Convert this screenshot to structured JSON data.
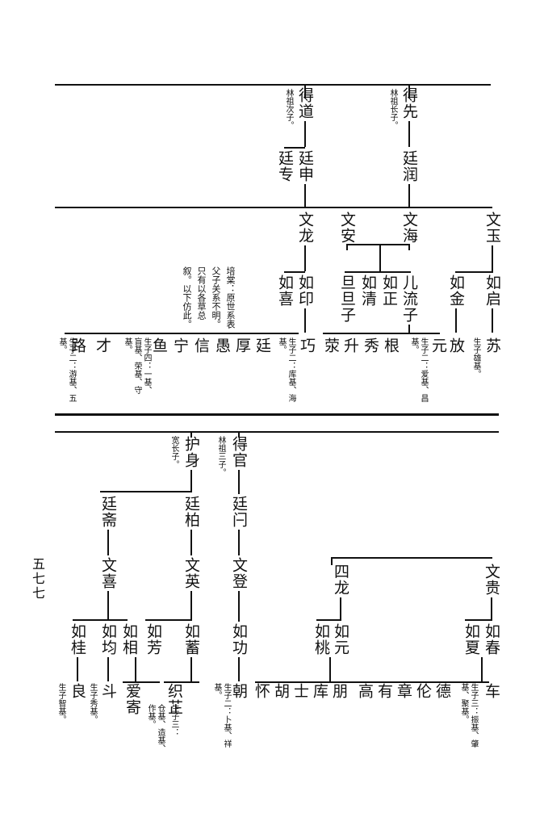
{
  "page_number": "五七七",
  "top": {
    "de_dao": "得道",
    "de_dao_note": "林祖次子。",
    "de_xian": "得先",
    "de_xian_note": "林祖长子。",
    "ting_shen": "廷申",
    "ting_zhuan": "廷专",
    "ting_run": "廷润",
    "wen_long": "文龙",
    "wen_an": "文安",
    "wen_hai": "文海",
    "wen_yu": "文玉",
    "ru_yin": "如印",
    "ru_xi": "如喜",
    "dan_dan_zi": "旦旦子",
    "ru_qing": "如清",
    "ru_zheng": "如正",
    "er_liu_zi": "儿流子",
    "ru_jin": "如金",
    "ru_qi": "如启",
    "editor_note": "培棠：原世系表父子关系不明。只有以各草总叙。以下仿此。",
    "gen_row": [
      "路",
      "才",
      "鱼",
      "宁",
      "信",
      "愚",
      "厚",
      "廷",
      "巧",
      "荥",
      "升",
      "秀",
      "根",
      "元",
      "放",
      "苏"
    ],
    "note_lu_cai": "生子二：游基、五基。",
    "note_yu": "生子四：一基、盲基、荣基、守基。",
    "note_qiao": "生子二：库基、海基。",
    "note_yuan": "生子二：爱基、昌基。",
    "note_su": "生子雄基。"
  },
  "bottom": {
    "hu_shen": "护身",
    "hu_shen_note": "宽长子。",
    "de_guan": "得官",
    "de_guan_note": "林祖三子。",
    "ting_zhai": "廷斋",
    "ting_bai": "廷柏",
    "ting_men": "廷闩",
    "wen_xi": "文喜",
    "wen_ying": "文英",
    "wen_deng": "文登",
    "si_long": "四龙",
    "wen_gui": "文贵",
    "ru_gui": "如桂",
    "ru_jun": "如均",
    "ru_xiang": "如相",
    "ru_fang": "如芳",
    "ru_xu": "如蓄",
    "ru_gong": "如功",
    "ru_tao": "如桃",
    "ru_yuan": "如元",
    "ru_xia": "如夏",
    "ru_chun": "如春",
    "liang": "良",
    "liang_note": "生子智基。",
    "dou": "斗",
    "dou_note": "生子秀基。",
    "ai_ji_row": "爱寄",
    "zhi_zhi_row": "织芷",
    "ai_ji_note": "仓基、造基、作基。",
    "zhi_zhi_note": "生子三：",
    "chao": "朝",
    "chao_note": "生子二：卜基、祥基。",
    "gen_row": [
      "怀",
      "胡",
      "士",
      "库",
      "朋",
      "高",
      "有",
      "章",
      "伦",
      "德",
      "车"
    ],
    "che_note": "生子三：振基、肇基、聚基。"
  }
}
